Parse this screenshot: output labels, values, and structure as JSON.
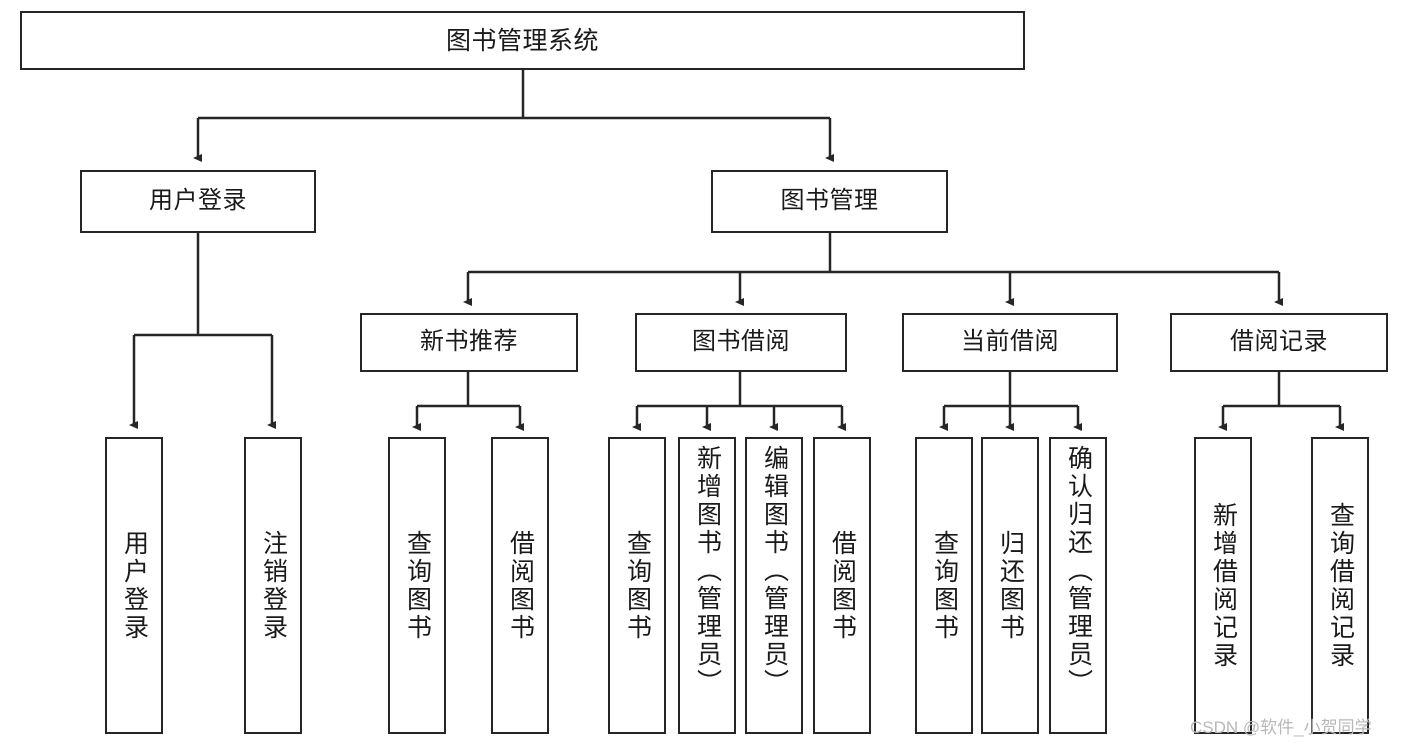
{
  "diagram": {
    "type": "tree",
    "title": "图书管理系统",
    "colors": {
      "box_border": "#262626",
      "box_fill": "#ffffff",
      "edge": "#262626",
      "text": "#1a1a1a",
      "watermark": "#b8b8b8"
    },
    "root": {
      "label": "图书管理系统"
    },
    "level1": [
      {
        "label": "用户登录"
      },
      {
        "label": "图书管理"
      }
    ],
    "level2": [
      {
        "label": "新书推荐"
      },
      {
        "label": "图书借阅"
      },
      {
        "label": "当前借阅"
      },
      {
        "label": "借阅记录"
      }
    ],
    "leaves": {
      "user_login": [
        {
          "label": "用户登录"
        },
        {
          "label": "注销登录"
        }
      ],
      "new_book": [
        {
          "label": "查询图书"
        },
        {
          "label": "借阅图书"
        }
      ],
      "book_borrow": [
        {
          "label": "查询图书"
        },
        {
          "label": "新增图书（管理员）"
        },
        {
          "label": "编辑图书（管理员）"
        },
        {
          "label": "借阅图书"
        }
      ],
      "current_borrow": [
        {
          "label": "查询图书"
        },
        {
          "label": "归还图书"
        },
        {
          "label": "确认归还（管理员）"
        }
      ],
      "borrow_record": [
        {
          "label": "新增借阅记录"
        },
        {
          "label": "查询借阅记录"
        }
      ]
    }
  },
  "watermark": {
    "text": "CSDN @软件_小贺同学"
  }
}
